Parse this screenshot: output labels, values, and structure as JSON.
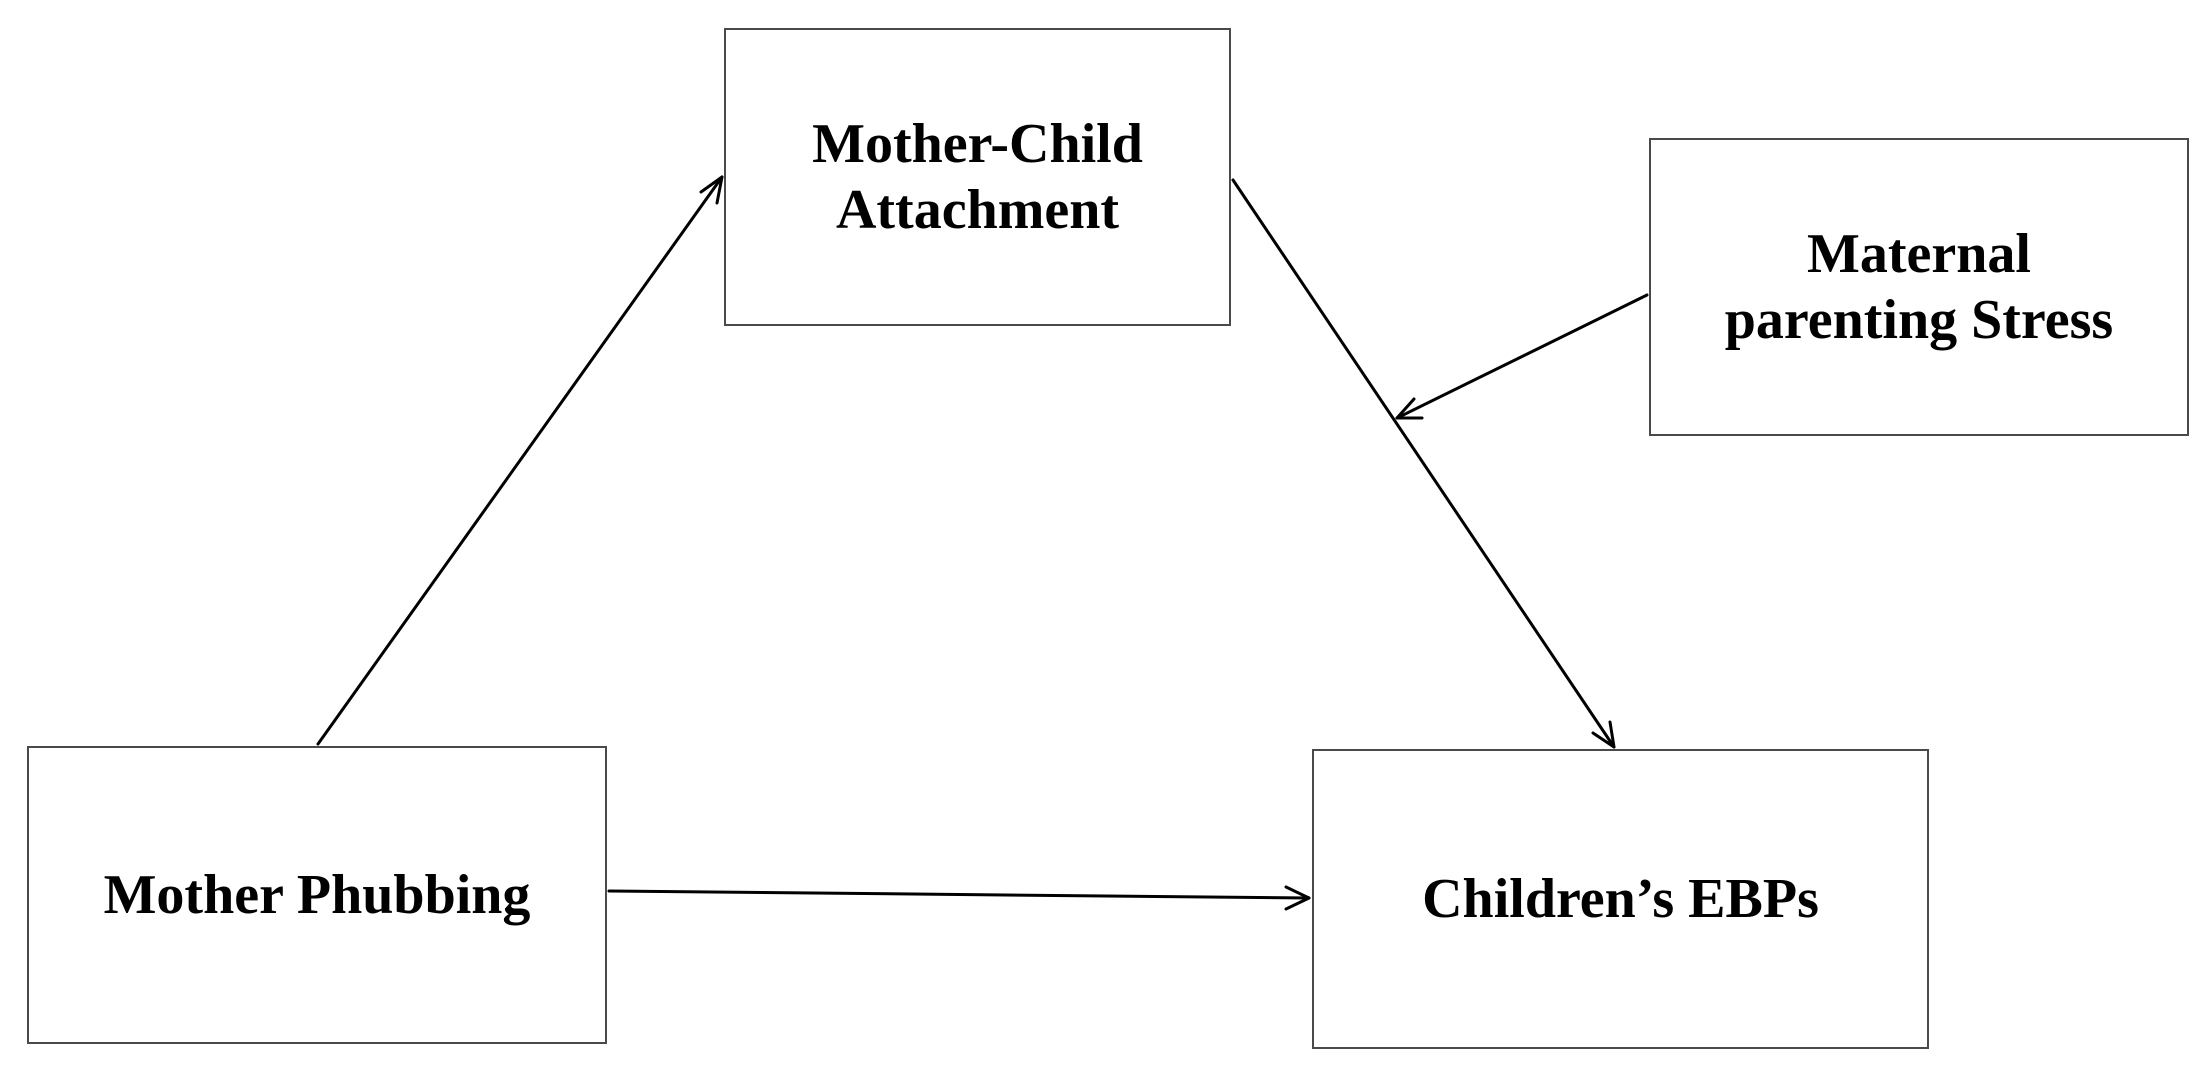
{
  "nodes": {
    "attachment": {
      "label": "Mother-Child\nAttachment"
    },
    "stress": {
      "label": "Maternal\nparenting Stress"
    },
    "phubbing": {
      "label": "Mother Phubbing"
    },
    "ebps": {
      "label": "Children’s EBPs"
    }
  },
  "edges": [
    {
      "from": "phubbing",
      "to": "attachment"
    },
    {
      "from": "attachment",
      "to": "ebps"
    },
    {
      "from": "phubbing",
      "to": "ebps"
    },
    {
      "from": "stress",
      "to": "attachment-ebps-path"
    }
  ],
  "colors": {
    "line": "#000000",
    "box_border": "#4a4a4a",
    "background": "#ffffff"
  }
}
